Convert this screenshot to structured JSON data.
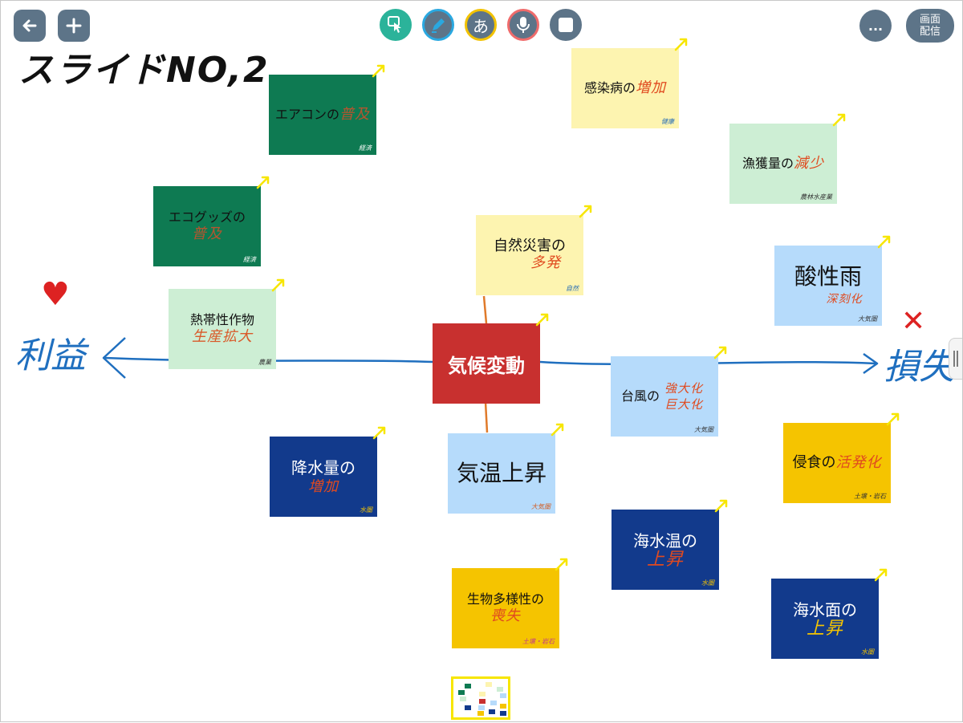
{
  "toolbar": {
    "more_label": "...",
    "screen_share_line1": "画面",
    "screen_share_line2": "配信",
    "tools": [
      {
        "icon": "select-touch-icon",
        "border": "#2bb39a"
      },
      {
        "icon": "pen-icon",
        "border": "#2aa8e0"
      },
      {
        "icon": "text-icon",
        "label": "あ",
        "border": "#f2c200"
      },
      {
        "icon": "microphone-icon",
        "border": "#ef6b6b"
      },
      {
        "icon": "shape-square-icon",
        "border": "#5d7488"
      }
    ]
  },
  "slide_title": "スライドNO,2",
  "axis": {
    "left_label": "利益",
    "right_label": "損失",
    "left_mark": "♥",
    "right_mark": "✕"
  },
  "center": {
    "label": "気候変動",
    "color": "#c8302f"
  },
  "cards": {
    "aircon": {
      "main": "エアコンの",
      "hand": "普及",
      "sig": "経済",
      "bg": "#0e7a52",
      "fg": "#111111",
      "hand_color": "#b5552f"
    },
    "ecogoods": {
      "main": "エコグッズの",
      "hand": "普及",
      "sig": "経済",
      "bg": "#0e7a52",
      "fg": "#111111",
      "hand_color": "#b5552f"
    },
    "tropical": {
      "main": "熱帯性作物",
      "hand": "生産拡大",
      "sig": "農業",
      "bg": "#cdeed4",
      "fg": "#111111",
      "hand_color": "#d95a2a"
    },
    "infection": {
      "main": "感染病の",
      "hand": "増加",
      "sig": "健康",
      "bg": "#fdf4b0",
      "fg": "#111111",
      "hand_color": "#e04a1f"
    },
    "fishing": {
      "main": "漁獲量の",
      "hand": "減少",
      "sig": "農林水産業",
      "bg": "#cdeed4",
      "fg": "#111111",
      "hand_color": "#e04a1f"
    },
    "disaster": {
      "main": "自然災害の",
      "hand": "多発",
      "sig": "自然",
      "bg": "#fdf4b0",
      "fg": "#111111",
      "hand_color": "#e04a1f"
    },
    "acidrain": {
      "main": "酸性雨",
      "hand": "深刻化",
      "sig": "大気圏",
      "bg": "#b6dbfb",
      "fg": "#111111",
      "hand_color": "#e04a1f"
    },
    "typhoon": {
      "main": "台風の",
      "hand": "強大化 巨大化",
      "sig": "大気圏",
      "bg": "#b6dbfb",
      "fg": "#111111",
      "hand_color": "#e04a1f"
    },
    "rainfall": {
      "main": "降水量の",
      "hand": "増加",
      "sig": "水圏",
      "bg": "#123a8c",
      "fg": "#ffffff",
      "hand_color": "#e04a1f"
    },
    "temperature": {
      "main": "気温上昇",
      "hand": "",
      "sig": "大気圏",
      "bg": "#b6dbfb",
      "fg": "#111111",
      "hand_color": "#e04a1f"
    },
    "erosion": {
      "main": "侵食の",
      "hand": "活発化",
      "sig": "土壌・岩石",
      "bg": "#f5c400",
      "fg": "#111111",
      "hand_color": "#e04a1f"
    },
    "seatemp": {
      "main": "海水温の",
      "hand": "上昇",
      "sig": "水圏",
      "bg": "#123a8c",
      "fg": "#ffffff",
      "hand_color": "#e04a1f"
    },
    "biodiversity": {
      "main": "生物多様性の",
      "hand": "喪失",
      "sig": "土壌・岩石",
      "bg": "#f5c400",
      "fg": "#111111",
      "hand_color": "#e04a1f"
    },
    "sealevel": {
      "main": "海水面の",
      "hand": "上昇",
      "sig": "水圏",
      "bg": "#123a8c",
      "fg": "#ffffff",
      "hand_color": "#f5c400"
    }
  },
  "colors": {
    "toolbar_button": "#5d7488",
    "axis_ink": "#1f6fbf",
    "corner_arrow": "#f7e600",
    "connector": "#e07a2a"
  }
}
